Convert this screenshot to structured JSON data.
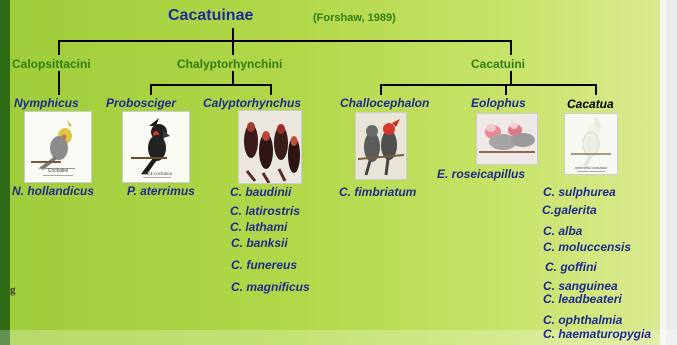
{
  "title": "Cacatuinae",
  "reference": "(Forshaw, 1989)",
  "tribes": [
    "Calopsittacini",
    "Chalyptorhynchini",
    "Cacatuini"
  ],
  "genera": [
    "Nymphicus",
    "Probosciger",
    "Calyptorhynchus",
    "Challocephalon",
    "Eolophus",
    "Cacatua"
  ],
  "species": {
    "nymphicus": "N. hollandicus",
    "probosciger": "P. aterrimus",
    "calyptorhynchus": [
      "C. baudinii",
      "C. latirostris",
      "C. lathami",
      "C. banksii",
      "C. funereus",
      "C. magnificus"
    ],
    "challocephalon": "C. fimbriatum",
    "eolophus": "E. roseicapillus",
    "cacatua": [
      "C. sulphurea",
      "C.galerita",
      "C. alba",
      "C. moluccensis",
      "C. goffini",
      "C. sanguinea",
      "C. leadbeateri",
      "C. ophthalmia",
      "C. haematuropygia"
    ]
  },
  "side_text": "g",
  "image_captions": {
    "nymphicus": "Cockatiel",
    "probosciger": "Black cockatoo",
    "cacatua": "umbrella cockatoo"
  },
  "colors": {
    "background": "#b2d84a",
    "text": "#1f2a8a",
    "accent": "#2f7d12",
    "left_bar": "#2e6b14"
  }
}
